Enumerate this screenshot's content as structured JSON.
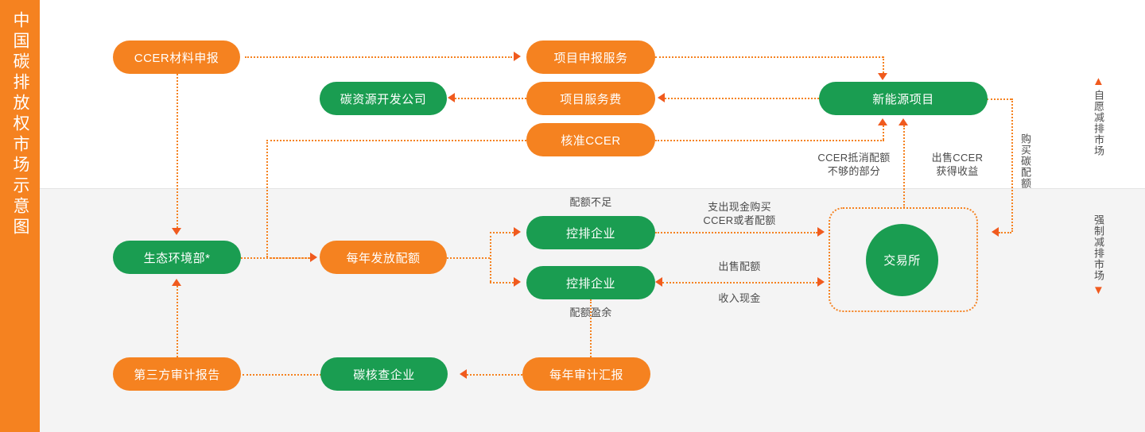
{
  "sidebar": {
    "title": "中国碳排放权市场示意图",
    "color": "#f58220"
  },
  "palette": {
    "orange": "#f58220",
    "green": "#1a9d51",
    "arrow": "#f05a1e",
    "band_bottom": "#f4f4f4",
    "text": "#4a4a4a"
  },
  "markets": {
    "voluntary": {
      "label": "自愿减排市场",
      "arrow": "↑"
    },
    "mandatory": {
      "label": "强制减排市场",
      "arrow": "↓"
    }
  },
  "nodes": {
    "ccer_material": {
      "label": "CCER材料申报",
      "color": "orange"
    },
    "carbon_resource_company": {
      "label": "碳资源开发公司",
      "color": "green"
    },
    "project_declaration_service": {
      "label": "项目申报服务",
      "color": "orange"
    },
    "project_service_fee": {
      "label": "项目服务费",
      "color": "orange"
    },
    "approved_ccer": {
      "label": "核准CCER",
      "color": "orange"
    },
    "new_energy_project": {
      "label": "新能源项目",
      "color": "green"
    },
    "ministry_environment": {
      "label": "生态环境部*",
      "color": "green"
    },
    "annual_quota": {
      "label": "每年发放配额",
      "color": "orange"
    },
    "controlled_enterprise_1": {
      "label": "控排企业",
      "color": "green"
    },
    "controlled_enterprise_2": {
      "label": "控排企业",
      "color": "green"
    },
    "exchange": {
      "label": "交易所",
      "color": "green"
    },
    "third_party_audit_report": {
      "label": "第三方审计报告",
      "color": "orange"
    },
    "carbon_verification_company": {
      "label": "碳核查企业",
      "color": "green"
    },
    "annual_audit_report": {
      "label": "每年审计汇报",
      "color": "orange"
    }
  },
  "edge_labels": {
    "ccer_offset_shortfall": "CCER抵消配额\n不够的部分",
    "sell_ccer_gain": "出售CCER\n获得收益",
    "buy_carbon_quota": "购买碳配额",
    "quota_shortage": "配额不足",
    "quota_surplus": "配额盈余",
    "pay_cash_buy": "支出现金购买\nCCER或者配额",
    "sell_quota": "出售配额",
    "receive_cash": "收入现金"
  }
}
